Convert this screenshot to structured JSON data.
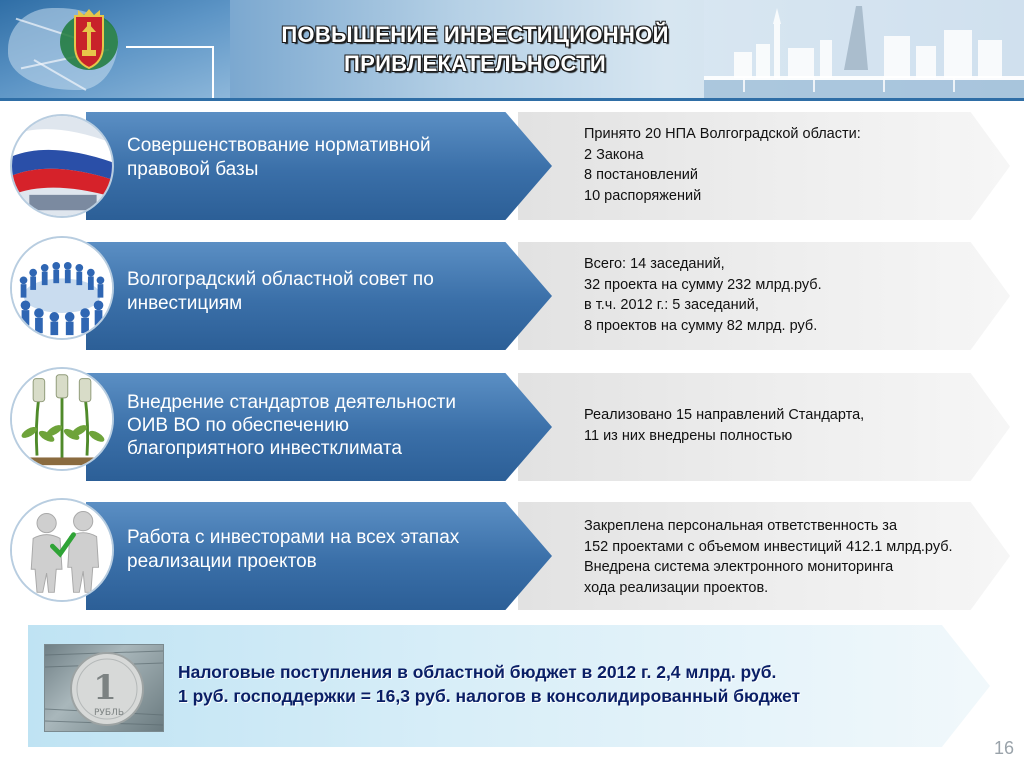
{
  "header": {
    "title_line1": "ПОВЫШЕНИЕ ИНВЕСТИЦИОННОЙ",
    "title_line2": "ПРИВЛЕКАТЕЛЬНОСТИ"
  },
  "rows": [
    {
      "icon": "russian-flag",
      "left_line1": "Совершенствование нормативной",
      "left_line2": "правовой базы",
      "right_lines": [
        "Принято 20 НПА Волгоградской области:",
        "2 Закона",
        "8 постановлений",
        "10 распоряжений"
      ]
    },
    {
      "icon": "people-circle",
      "left_line1": "Волгоградский областной совет по",
      "left_line2": "инвестициям",
      "right_lines": [
        "Всего: 14 заседаний,",
        "32 проекта на сумму 232 млрд.руб.",
        "в т.ч. 2012 г.: 5 заседаний,",
        "8 проектов на сумму 82 млрд. руб."
      ]
    },
    {
      "icon": "money-plants",
      "left_line1": "Внедрение стандартов деятельности",
      "left_line2": "ОИВ ВО по обеспечению",
      "left_line3": "благоприятного инвестклимата",
      "right_lines": [
        "Реализовано 15 направлений Стандарта,",
        "11 из них внедрены полностью"
      ]
    },
    {
      "icon": "two-figures-check",
      "left_line1": "Работа с инвесторами на всех этапах",
      "left_line2": "реализации проектов",
      "right_lines": [
        "Закреплена персональная ответственность за",
        "152 проектами с объемом инвестиций 412.1 млрд.руб.",
        "Внедрена система электронного мониторинга",
        "хода реализации проектов."
      ]
    }
  ],
  "footer": {
    "line1": "Налоговые поступления в областной бюджет в 2012 г. 2,4 млрд. руб.",
    "line2": "1 руб. господдержки = 16,3 руб. налогов в консолидированный бюджет",
    "coin_digit": "1",
    "coin_word": "РУБЛЬ"
  },
  "page_number": "16",
  "colors": {
    "accent_blue": "#3a6fa8",
    "footer_text": "#0a1f66"
  }
}
